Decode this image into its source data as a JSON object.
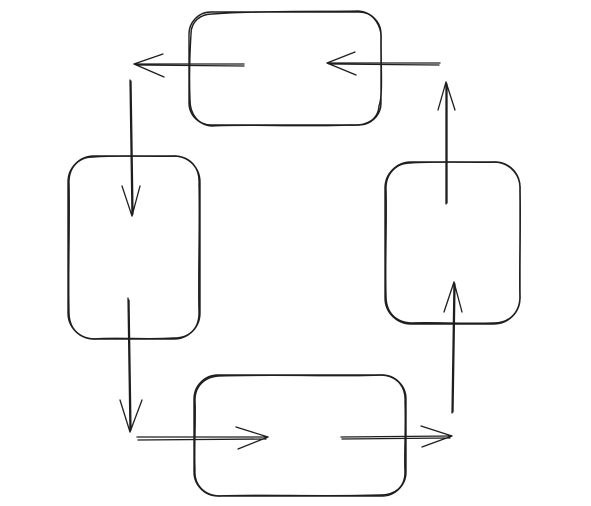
{
  "diagram": {
    "type": "hand-drawn-cycle",
    "stroke_color": "#1e1e1e",
    "background_color": "#ffffff",
    "nodes": [
      {
        "id": "top-box",
        "label": ""
      },
      {
        "id": "right-box",
        "label": ""
      },
      {
        "id": "bottom-box",
        "label": ""
      },
      {
        "id": "left-box",
        "label": ""
      }
    ],
    "edges": [
      {
        "id": "edge-top-exit-left",
        "from": "top-box",
        "to": "left-box",
        "direction": "left"
      },
      {
        "id": "edge-into-top-from-right",
        "from": "right-box",
        "to": "top-box",
        "direction": "left"
      },
      {
        "id": "edge-right-up-to-top",
        "from": "right-box",
        "to": "top-box",
        "direction": "up"
      },
      {
        "id": "edge-left-down-entry",
        "from": "top-box",
        "to": "left-box",
        "direction": "down"
      },
      {
        "id": "edge-left-down-exit",
        "from": "left-box",
        "to": "bottom-box",
        "direction": "down"
      },
      {
        "id": "edge-into-bottom-from-left",
        "from": "left-box",
        "to": "bottom-box",
        "direction": "right"
      },
      {
        "id": "edge-bottom-exit-right",
        "from": "bottom-box",
        "to": "right-box",
        "direction": "right"
      },
      {
        "id": "edge-up-into-right",
        "from": "bottom-box",
        "to": "right-box",
        "direction": "up"
      }
    ]
  }
}
